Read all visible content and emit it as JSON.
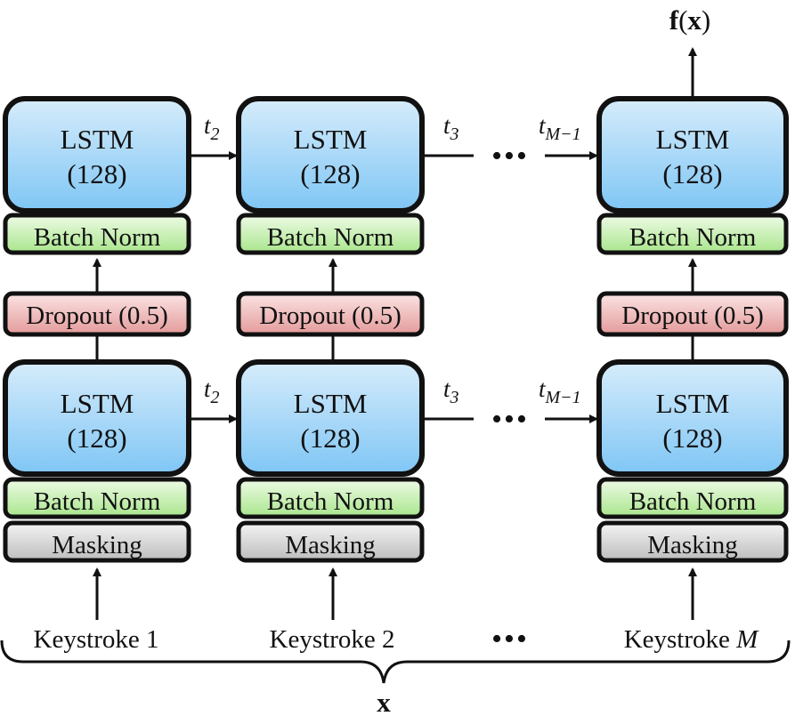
{
  "columns": [
    {
      "top_lstm": {
        "name": "LSTM",
        "units": "(128)"
      },
      "top_batchnorm": "Batch Norm",
      "dropout": "Dropout (0.5)",
      "bottom_lstm": {
        "name": "LSTM",
        "units": "(128)"
      },
      "bottom_batchnorm": "Batch Norm",
      "masking": "Masking",
      "input": {
        "text": "Keystroke 1",
        "var": ""
      }
    },
    {
      "top_lstm": {
        "name": "LSTM",
        "units": "(128)"
      },
      "top_batchnorm": "Batch Norm",
      "dropout": "Dropout (0.5)",
      "bottom_lstm": {
        "name": "LSTM",
        "units": "(128)"
      },
      "bottom_batchnorm": "Batch Norm",
      "masking": "Masking",
      "input": {
        "text": "Keystroke 2",
        "var": ""
      }
    },
    {
      "top_lstm": {
        "name": "LSTM",
        "units": "(128)"
      },
      "top_batchnorm": "Batch Norm",
      "dropout": "Dropout (0.5)",
      "bottom_lstm": {
        "name": "LSTM",
        "units": "(128)"
      },
      "bottom_batchnorm": "Batch Norm",
      "masking": "Masking",
      "input": {
        "text": "Keystroke ",
        "var": "M"
      }
    }
  ],
  "time_labels": {
    "t2": {
      "base": "t",
      "sub": "2"
    },
    "t3": {
      "base": "t",
      "sub": "3"
    },
    "tm1": {
      "base": "t",
      "sub": "M−1"
    }
  },
  "ellipsis": "•••",
  "output": {
    "func": "f",
    "open": "(",
    "var": "x",
    "close": ")"
  },
  "input_vector": "x",
  "colors": {
    "lstm_top": "#d6ecfb",
    "lstm_bottom": "#7fc6f5",
    "batchnorm_top": "#eefbe6",
    "batchnorm_bottom": "#a9e58c",
    "dropout_top": "#fbe4e4",
    "dropout_bottom": "#e49a9a",
    "masking_top": "#f4f4f4",
    "masking_bottom": "#bdbdbd",
    "stroke": "#111111"
  }
}
